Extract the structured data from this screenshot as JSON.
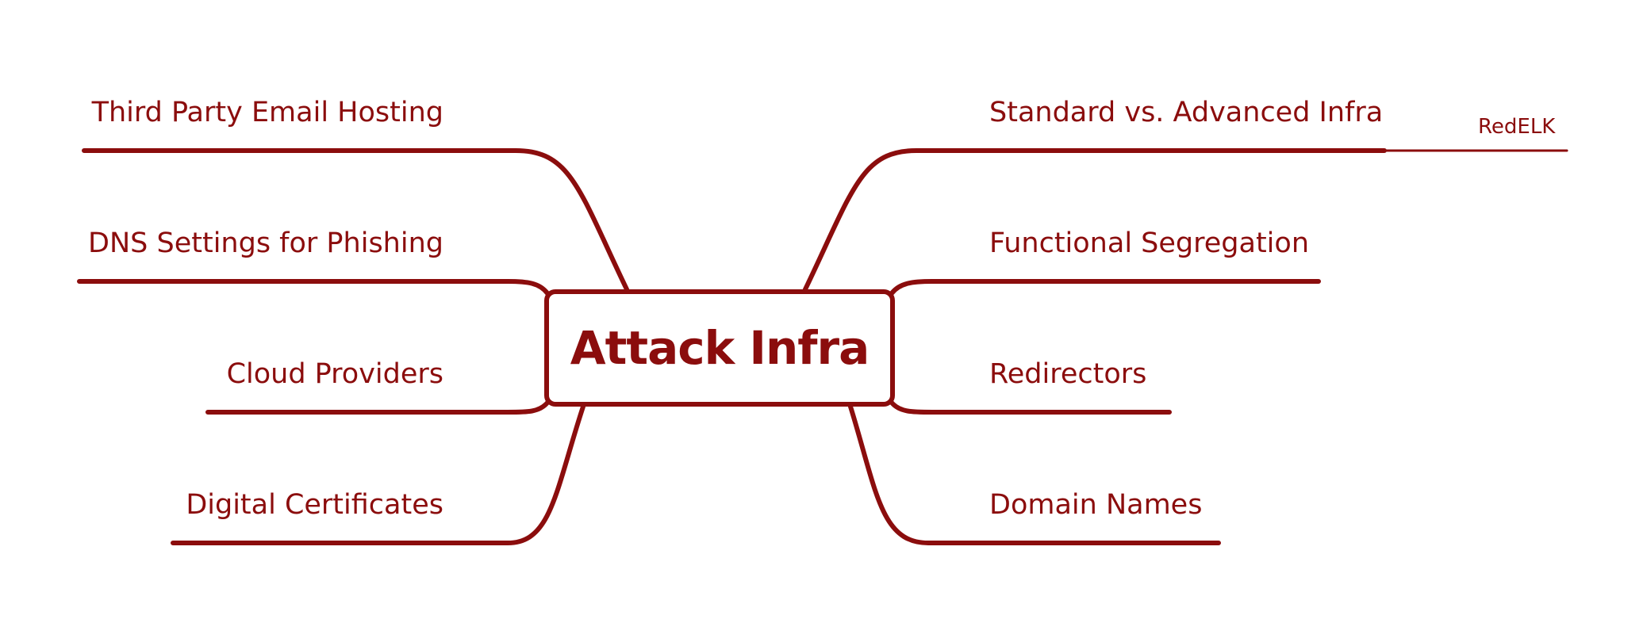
{
  "colors": {
    "accent": "#8b0d0d",
    "background": "#ffffff"
  },
  "central_topic": {
    "title": "Attack Infra"
  },
  "left_branches": [
    {
      "label": "Third Party Email Hosting"
    },
    {
      "label": "DNS Settings for Phishing"
    },
    {
      "label": "Cloud Providers"
    },
    {
      "label": "Digital Certificates"
    }
  ],
  "right_branches": [
    {
      "label": "Standard vs. Advanced Infra",
      "children": [
        {
          "label": "RedELK"
        }
      ]
    },
    {
      "label": "Functional Segregation"
    },
    {
      "label": "Redirectors"
    },
    {
      "label": "Domain Names"
    }
  ]
}
